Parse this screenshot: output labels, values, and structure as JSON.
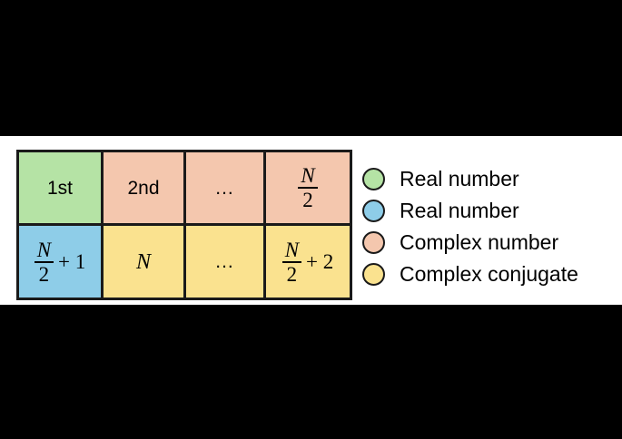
{
  "figure": {
    "background_color": "#000000",
    "panel_color": "#ffffff",
    "border_color": "#1a1a1a"
  },
  "palette": {
    "green": "#b5e3a5",
    "blue": "#8ecde8",
    "peach": "#f4c7ae",
    "yellow": "#fae28f"
  },
  "table": {
    "rows": [
      {
        "cells": [
          {
            "label": "1st",
            "color_name": "green",
            "color": "#b5e3a5",
            "kind": "text"
          },
          {
            "label": "2nd",
            "color_name": "peach",
            "color": "#f4c7ae",
            "kind": "text"
          },
          {
            "label": "...",
            "color_name": "peach",
            "color": "#f4c7ae",
            "kind": "dots"
          },
          {
            "label": "N/2",
            "color_name": "peach",
            "color": "#f4c7ae",
            "kind": "fraction",
            "numerator": "N",
            "denominator": "2",
            "addend": ""
          }
        ]
      },
      {
        "cells": [
          {
            "label": "N/2 + 1",
            "color_name": "blue",
            "color": "#8ecde8",
            "kind": "fraction",
            "numerator": "N",
            "denominator": "2",
            "addend": "+ 1"
          },
          {
            "label": "N",
            "color_name": "yellow",
            "color": "#fae28f",
            "kind": "var"
          },
          {
            "label": "...",
            "color_name": "yellow",
            "color": "#fae28f",
            "kind": "dots"
          },
          {
            "label": "N/2 + 2",
            "color_name": "yellow",
            "color": "#fae28f",
            "kind": "fraction",
            "numerator": "N",
            "denominator": "2",
            "addend": "+ 2"
          }
        ]
      }
    ]
  },
  "legend": {
    "items": [
      {
        "label": "Real number",
        "color": "#b5e3a5",
        "color_name": "green"
      },
      {
        "label": "Real number",
        "color": "#8ecde8",
        "color_name": "blue"
      },
      {
        "label": "Complex number",
        "color": "#f4c7ae",
        "color_name": "peach"
      },
      {
        "label": "Complex conjugate",
        "color": "#fae28f",
        "color_name": "yellow"
      }
    ]
  }
}
